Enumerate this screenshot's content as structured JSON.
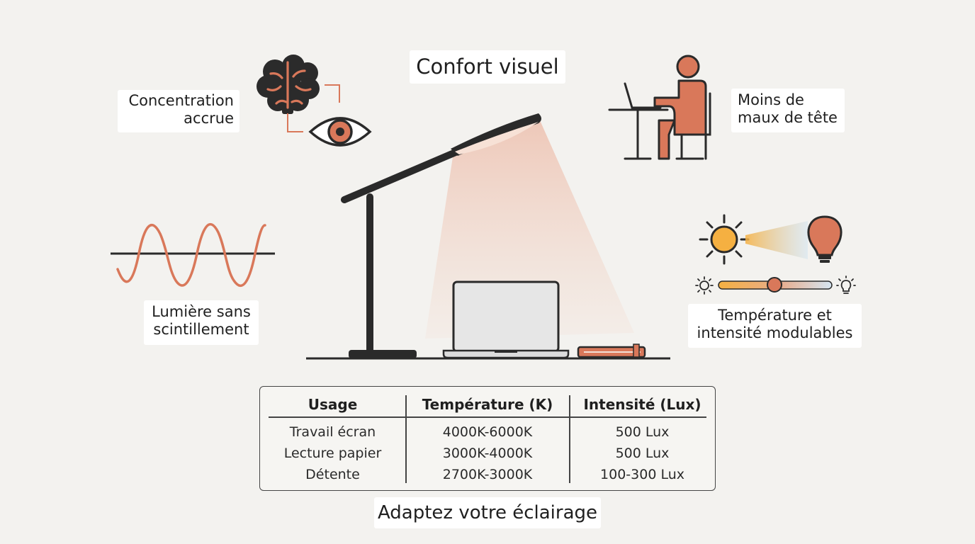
{
  "title": "Confort visuel",
  "labels": {
    "concentration": [
      "Concentration",
      "accrue"
    ],
    "headache": [
      "Moins de",
      "maux de tête"
    ],
    "flicker": [
      "Lumière sans",
      "scintillement"
    ],
    "temperature": [
      "Température et",
      "intensité modulables"
    ]
  },
  "table": {
    "headers": [
      "Usage",
      "Température (K)",
      "Intensité (Lux)"
    ],
    "rows": [
      [
        "Travail écran",
        "4000K-6000K",
        "500 Lux"
      ],
      [
        "Lecture papier",
        "3000K-4000K",
        "500 Lux"
      ],
      [
        "Détente",
        "2700K-3000K",
        "100-300 Lux"
      ]
    ]
  },
  "footer": "Adaptez votre éclairage",
  "colors": {
    "accent": "#d9785a",
    "dark": "#2a2a2a",
    "sun": "#f5b041",
    "cool": "#d6e6f2"
  },
  "icons": [
    "brain-icon",
    "eye-icon",
    "person-at-desk-icon",
    "sine-wave-icon",
    "sun-icon",
    "light-bulb-icon",
    "brightness-slider",
    "desk-lamp",
    "laptop-icon",
    "book-icon"
  ]
}
